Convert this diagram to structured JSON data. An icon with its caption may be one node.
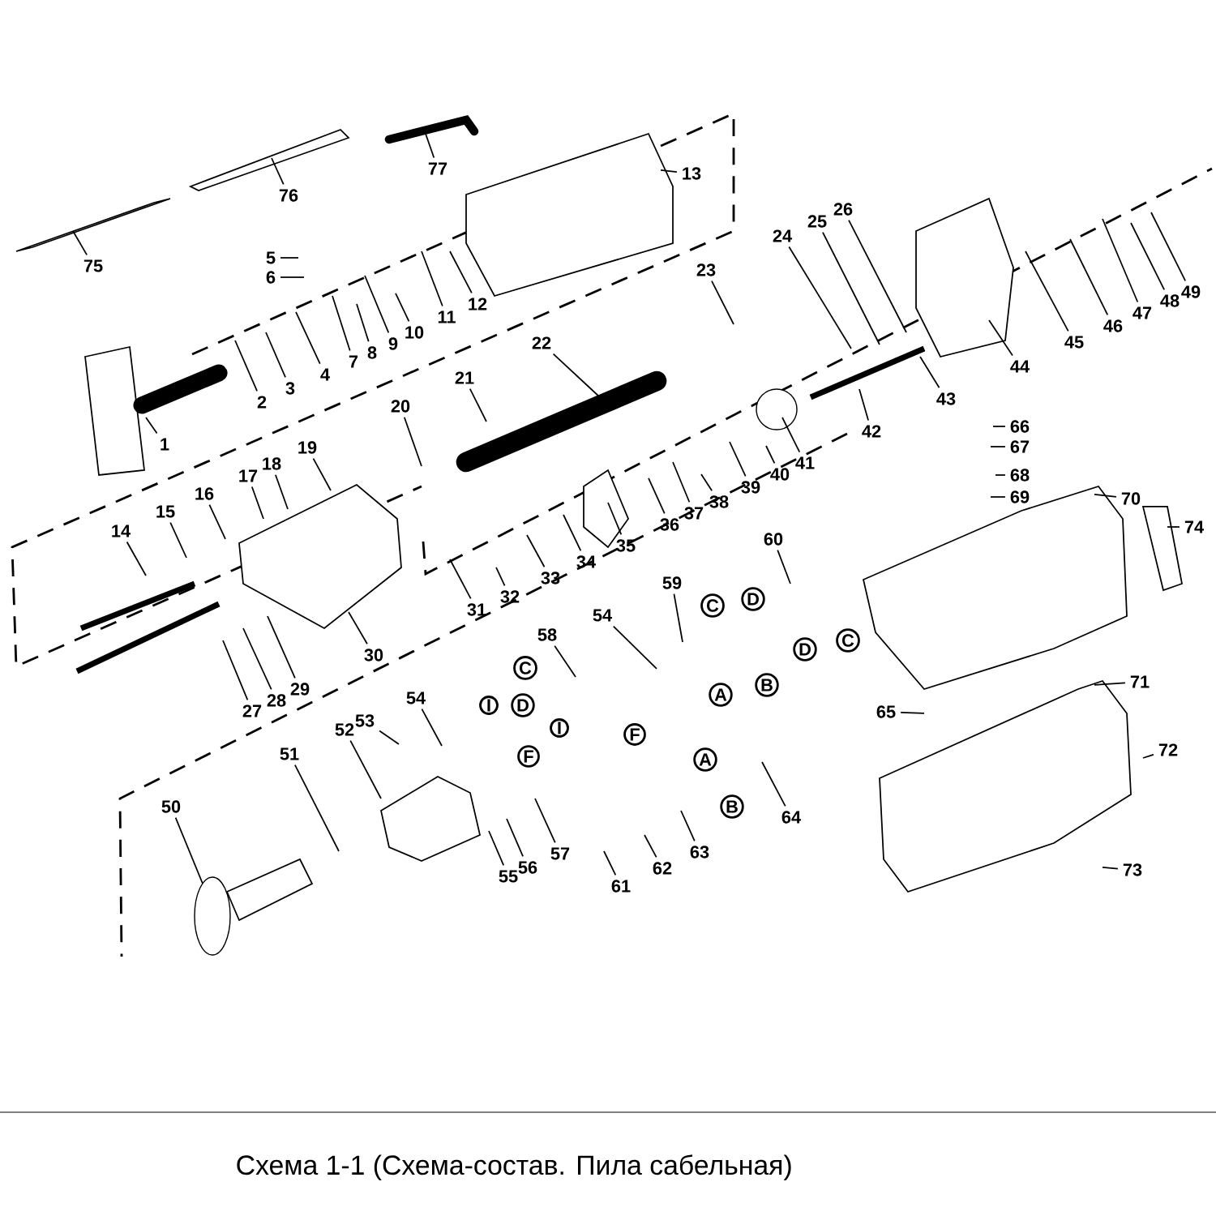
{
  "diagram": {
    "title": "Схема 1-1 (Схема-состав. Пила сабельная)",
    "nodes": [
      {
        "text": [
          "1"
        ]
      },
      {
        "text": [
          "2"
        ]
      },
      {
        "text": [
          "3"
        ]
      },
      {
        "text": [
          "4"
        ]
      },
      {
        "text": [
          "5"
        ]
      },
      {
        "text": [
          "6"
        ]
      },
      {
        "text": [
          "7"
        ]
      },
      {
        "text": [
          "8"
        ]
      },
      {
        "text": [
          "9"
        ]
      },
      {
        "text": [
          "10"
        ]
      },
      {
        "text": [
          "11"
        ]
      },
      {
        "text": [
          "12"
        ]
      },
      {
        "text": [
          "13"
        ]
      },
      {
        "text": [
          "14"
        ]
      },
      {
        "text": [
          "15"
        ]
      },
      {
        "text": [
          "16"
        ]
      },
      {
        "text": [
          "17"
        ]
      },
      {
        "text": [
          "18"
        ]
      },
      {
        "text": [
          "19"
        ]
      },
      {
        "text": [
          "20"
        ]
      },
      {
        "text": [
          "21"
        ]
      },
      {
        "text": [
          "22"
        ]
      },
      {
        "text": [
          "23"
        ]
      },
      {
        "text": [
          "24"
        ]
      },
      {
        "text": [
          "25"
        ]
      },
      {
        "text": [
          "26"
        ]
      },
      {
        "text": [
          "27"
        ]
      },
      {
        "text": [
          "28"
        ]
      },
      {
        "text": [
          "29"
        ]
      },
      {
        "text": [
          "30"
        ]
      },
      {
        "text": [
          "31"
        ]
      },
      {
        "text": [
          "32"
        ]
      },
      {
        "text": [
          "33"
        ]
      },
      {
        "text": [
          "34"
        ]
      },
      {
        "text": [
          "35"
        ]
      },
      {
        "text": [
          "36"
        ]
      },
      {
        "text": [
          "37"
        ]
      },
      {
        "text": [
          "38"
        ]
      },
      {
        "text": [
          "39"
        ]
      },
      {
        "text": [
          "40"
        ]
      },
      {
        "text": [
          "41"
        ]
      },
      {
        "text": [
          "42"
        ]
      },
      {
        "text": [
          "43"
        ]
      },
      {
        "text": [
          "44"
        ]
      },
      {
        "text": [
          "45"
        ]
      },
      {
        "text": [
          "46"
        ]
      },
      {
        "text": [
          "47"
        ]
      },
      {
        "text": [
          "48"
        ]
      },
      {
        "text": [
          "49"
        ]
      },
      {
        "text": [
          "50"
        ]
      },
      {
        "text": [
          "51"
        ]
      },
      {
        "text": [
          "52"
        ]
      },
      {
        "text": [
          "53"
        ]
      },
      {
        "text": [
          "54"
        ]
      },
      {
        "text": [
          "54"
        ]
      },
      {
        "text": [
          "55"
        ]
      },
      {
        "text": [
          "56"
        ]
      },
      {
        "text": [
          "57"
        ]
      },
      {
        "text": [
          "58"
        ]
      },
      {
        "text": [
          "59"
        ]
      },
      {
        "text": [
          "60"
        ]
      },
      {
        "text": [
          "61"
        ]
      },
      {
        "text": [
          "62"
        ]
      },
      {
        "text": [
          "63"
        ]
      },
      {
        "text": [
          "64"
        ]
      },
      {
        "text": [
          "65"
        ]
      },
      {
        "text": [
          "66"
        ]
      },
      {
        "text": [
          "67"
        ]
      },
      {
        "text": [
          "68"
        ]
      },
      {
        "text": [
          "69"
        ]
      },
      {
        "text": [
          "70"
        ]
      },
      {
        "text": [
          "71"
        ]
      },
      {
        "text": [
          "72"
        ]
      },
      {
        "text": [
          "73"
        ]
      },
      {
        "text": [
          "74"
        ]
      },
      {
        "text": [
          "75"
        ]
      },
      {
        "text": [
          "76"
        ]
      },
      {
        "text": [
          "77"
        ]
      },
      {
        "text": [
          "C"
        ]
      },
      {
        "text": [
          "D"
        ]
      },
      {
        "text": [
          "B"
        ]
      },
      {
        "text": [
          "A"
        ]
      },
      {
        "text": [
          "D"
        ]
      },
      {
        "text": [
          "C"
        ]
      },
      {
        "text": [
          "C"
        ]
      },
      {
        "text": [
          "D"
        ]
      },
      {
        "text": [
          "I"
        ]
      },
      {
        "text": [
          "F"
        ]
      },
      {
        "text": [
          "I"
        ]
      },
      {
        "text": [
          "F"
        ]
      },
      {
        "text": [
          "A"
        ]
      },
      {
        "text": [
          "B"
        ]
      }
    ],
    "edges": [
      {
        "from": 0,
        "to": null,
        "arrow": "none"
      },
      {
        "from": 1,
        "to": null,
        "arrow": "none"
      },
      {
        "from": 2,
        "to": null,
        "arrow": "none"
      },
      {
        "from": 3,
        "to": null,
        "arrow": "none"
      },
      {
        "from": 4,
        "to": null,
        "arrow": "none"
      },
      {
        "from": 5,
        "to": null,
        "arrow": "none"
      },
      {
        "from": 6,
        "to": null,
        "arrow": "none"
      },
      {
        "from": 7,
        "to": null,
        "arrow": "none"
      },
      {
        "from": 8,
        "to": null,
        "arrow": "none"
      },
      {
        "from": 9,
        "to": null,
        "arrow": "none"
      },
      {
        "from": 10,
        "to": null,
        "arrow": "none"
      },
      {
        "from": 11,
        "to": null,
        "arrow": "none"
      },
      {
        "from": 12,
        "to": null,
        "arrow": "none"
      },
      {
        "from": 13,
        "to": null,
        "arrow": "none"
      },
      {
        "from": 14,
        "to": null,
        "arrow": "none"
      },
      {
        "from": 15,
        "to": null,
        "arrow": "none"
      },
      {
        "from": 16,
        "to": null,
        "arrow": "none"
      },
      {
        "from": 17,
        "to": null,
        "arrow": "none"
      },
      {
        "from": 18,
        "to": null,
        "arrow": "none"
      },
      {
        "from": 19,
        "to": null,
        "arrow": "none"
      },
      {
        "from": 20,
        "to": null,
        "arrow": "none"
      },
      {
        "from": 21,
        "to": null,
        "arrow": "none"
      },
      {
        "from": 22,
        "to": null,
        "arrow": "none"
      },
      {
        "from": 23,
        "to": null,
        "arrow": "none"
      },
      {
        "from": 24,
        "to": null,
        "arrow": "none"
      },
      {
        "from": 25,
        "to": null,
        "arrow": "none"
      },
      {
        "from": 26,
        "to": null,
        "arrow": "none"
      },
      {
        "from": 27,
        "to": null,
        "arrow": "none"
      },
      {
        "from": 28,
        "to": null,
        "arrow": "none"
      },
      {
        "from": 29,
        "to": null,
        "arrow": "none"
      },
      {
        "from": 30,
        "to": null,
        "arrow": "none"
      },
      {
        "from": 31,
        "to": null,
        "arrow": "none"
      },
      {
        "from": 32,
        "to": null,
        "arrow": "none"
      },
      {
        "from": 33,
        "to": null,
        "arrow": "none"
      },
      {
        "from": 34,
        "to": null,
        "arrow": "none"
      },
      {
        "from": 35,
        "to": null,
        "arrow": "none"
      },
      {
        "from": 36,
        "to": null,
        "arrow": "none"
      },
      {
        "from": 37,
        "to": null,
        "arrow": "none"
      },
      {
        "from": 38,
        "to": null,
        "arrow": "none"
      },
      {
        "from": 39,
        "to": null,
        "arrow": "none"
      },
      {
        "from": 40,
        "to": null,
        "arrow": "none"
      },
      {
        "from": 41,
        "to": null,
        "arrow": "none"
      },
      {
        "from": 42,
        "to": null,
        "arrow": "none"
      },
      {
        "from": 43,
        "to": null,
        "arrow": "none"
      },
      {
        "from": 44,
        "to": null,
        "arrow": "none"
      },
      {
        "from": 45,
        "to": null,
        "arrow": "none"
      },
      {
        "from": 46,
        "to": null,
        "arrow": "none"
      },
      {
        "from": 47,
        "to": null,
        "arrow": "none"
      },
      {
        "from": 48,
        "to": null,
        "arrow": "none"
      },
      {
        "from": 49,
        "to": null,
        "arrow": "none"
      },
      {
        "from": 50,
        "to": null,
        "arrow": "none"
      },
      {
        "from": 51,
        "to": null,
        "arrow": "none"
      },
      {
        "from": 52,
        "to": null,
        "arrow": "none"
      },
      {
        "from": 53,
        "to": null,
        "arrow": "none"
      },
      {
        "from": 54,
        "to": null,
        "arrow": "none"
      },
      {
        "from": 55,
        "to": null,
        "arrow": "none"
      },
      {
        "from": 56,
        "to": null,
        "arrow": "none"
      },
      {
        "from": 57,
        "to": null,
        "arrow": "none"
      },
      {
        "from": 58,
        "to": null,
        "arrow": "none"
      },
      {
        "from": 59,
        "to": null,
        "arrow": "none"
      },
      {
        "from": 60,
        "to": null,
        "arrow": "none"
      },
      {
        "from": 61,
        "to": null,
        "arrow": "none"
      },
      {
        "from": 62,
        "to": null,
        "arrow": "none"
      },
      {
        "from": 63,
        "to": null,
        "arrow": "none"
      },
      {
        "from": 64,
        "to": null,
        "arrow": "none"
      },
      {
        "from": 65,
        "to": null,
        "arrow": "none"
      },
      {
        "from": 66,
        "to": null,
        "arrow": "none"
      },
      {
        "from": 67,
        "to": null,
        "arrow": "none"
      },
      {
        "from": 68,
        "to": null,
        "arrow": "none"
      },
      {
        "from": 69,
        "to": null,
        "arrow": "none"
      },
      {
        "from": 70,
        "to": null,
        "arrow": "none"
      },
      {
        "from": 71,
        "to": null,
        "arrow": "none"
      },
      {
        "from": 72,
        "to": null,
        "arrow": "none"
      },
      {
        "from": 73,
        "to": null,
        "arrow": "none"
      },
      {
        "from": 74,
        "to": null,
        "arrow": "none"
      },
      {
        "from": 75,
        "to": null,
        "arrow": "none"
      },
      {
        "from": 76,
        "to": null,
        "arrow": "none"
      },
      {
        "from": 77,
        "to": null,
        "arrow": "none"
      }
    ]
  }
}
